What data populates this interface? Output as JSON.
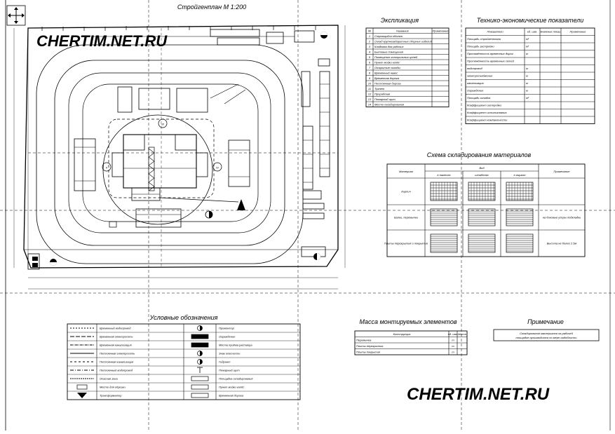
{
  "sheet": {
    "main_title": "Стройгенплан М 1:200",
    "watermark_top": "CHERTIM.NET.RU",
    "watermark_bottom": "CHERTIM.NET.RU"
  },
  "plan": {
    "zone_labels": [
      "III",
      "II",
      "IV"
    ]
  },
  "explication": {
    "title": "Экспликация",
    "headers": [
      "№",
      "Название",
      "Примечание"
    ],
    "rows": [
      [
        "1",
        "Строящийся объект",
        ""
      ],
      [
        "2",
        "Склад крупногабаритных сборных изделий",
        ""
      ],
      [
        "3",
        "Кладовая для рабочих",
        ""
      ],
      [
        "4",
        "Бытовые помещения",
        ""
      ],
      [
        "5",
        "Помещение контрольных цепей",
        ""
      ],
      [
        "6",
        "Пункт мойки колёс",
        ""
      ],
      [
        "7",
        "Открытые склады",
        ""
      ],
      [
        "8",
        "Временный навес",
        ""
      ],
      [
        "9",
        "Временная дорога",
        ""
      ],
      [
        "10",
        "Постоянная дорога",
        ""
      ],
      [
        "11",
        "Туалет",
        ""
      ],
      [
        "12",
        "Прорабская",
        ""
      ],
      [
        "13",
        "Пожарный щит",
        ""
      ],
      [
        "14",
        "Место складирования",
        ""
      ]
    ]
  },
  "tep": {
    "title": "Технико-экономические показатели",
    "headers": [
      "Показатели",
      "ед. изм.",
      "Значение показ.",
      "Примечание"
    ],
    "rows": [
      [
        "Площадь стройгенплана",
        "м²",
        "",
        ""
      ],
      [
        "Площадь застройки",
        "м²",
        "",
        ""
      ],
      [
        "Протяжённость временных дорог",
        "м",
        "",
        ""
      ],
      [
        "Протяжённость временных сетей",
        "",
        "",
        ""
      ],
      [
        "водопровод",
        "м",
        "",
        ""
      ],
      [
        "электроснабжение",
        "м",
        "",
        ""
      ],
      [
        "канализация",
        "м",
        "",
        ""
      ],
      [
        "Ограждение",
        "м",
        "",
        ""
      ],
      [
        "Площадь складов",
        "м²",
        "",
        ""
      ],
      [
        "Коэффициент застройки",
        "",
        "",
        ""
      ],
      [
        "Коэффициент использования",
        "",
        "",
        ""
      ],
      [
        "Коэффициент компактности",
        "",
        "",
        ""
      ]
    ]
  },
  "storage": {
    "title": "Схема складирования материалов",
    "header_material": "Материал",
    "header_group": "Вид",
    "header_cols": [
      "в пакетах",
      "штабелях",
      "в ящиках"
    ],
    "header_note": "Примечание",
    "rows": [
      {
        "name": "Кирпич",
        "note": ""
      },
      {
        "name": "Балки, перемычки",
        "note": "на боковые упоры подкладки"
      },
      {
        "name": "Плиты перекрытия и покрытия",
        "note": "Высота не более 2.5м"
      }
    ]
  },
  "legend": {
    "title": "Условные обозначения",
    "left": [
      "Временный водопровод",
      "Временная электросеть",
      "Временная канализация",
      "Постоянная электросеть",
      "Постоянная канализация",
      "Постоянный водопровод",
      "Опасная зона",
      "Место для обрезки",
      "Трансформатор"
    ],
    "right": [
      "Прожектор",
      "Ограждение",
      "Места приёма раствора",
      "Знак опасности",
      "Гидрант",
      "Пожарный щит",
      "Площадка складирования",
      "Пункт мойки колёс",
      "Временная дорога"
    ]
  },
  "mass": {
    "title": "Масса монтируемых элементов",
    "headers": [
      "Конструкция",
      "ед. изм.",
      "Масса"
    ],
    "rows": [
      [
        "Перемычка",
        "т",
        ""
      ],
      [
        "Плиты перекрытия",
        "т",
        ""
      ],
      [
        "Плиты покрытия",
        "т",
        ""
      ]
    ]
  },
  "note": {
    "title": "Примечание",
    "text_1": "Складирование материалов на рабочей",
    "text_2": "площадке производится по мере надобности"
  }
}
